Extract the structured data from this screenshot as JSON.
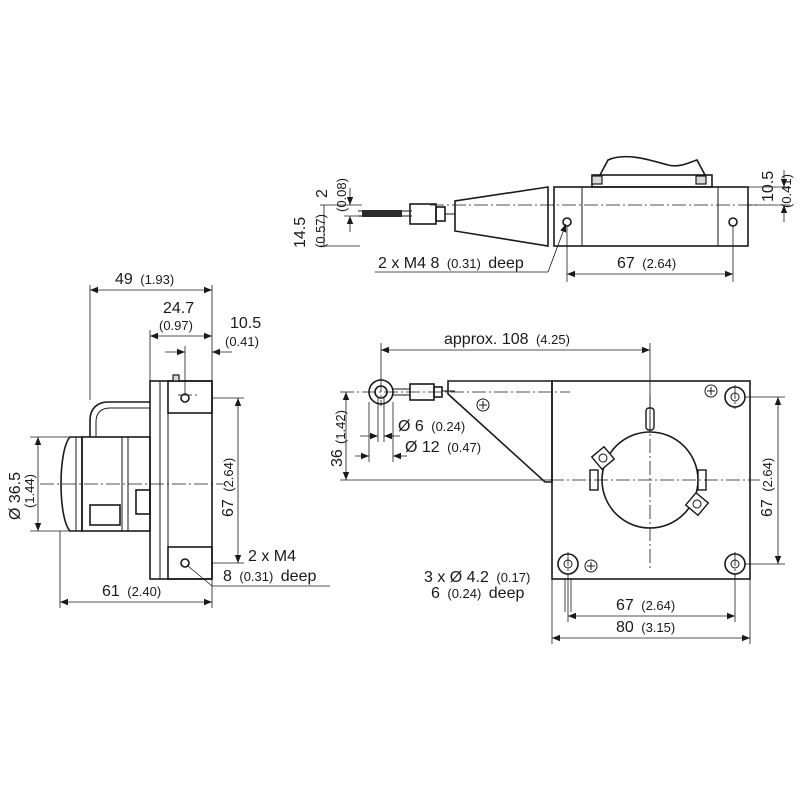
{
  "colors": {
    "line": "#1a1a1a",
    "background": "#ffffff"
  },
  "top_view": {
    "dim_2": {
      "mm": "2",
      "inch": "(0.08)"
    },
    "dim_14_5": {
      "mm": "14.5",
      "inch": "(0.57)"
    },
    "dim_10_5": {
      "mm": "10.5",
      "inch": "(0.41)"
    },
    "thread_note": {
      "main": "2 x M4 8",
      "inch": "(0.31)",
      "tail": "deep"
    },
    "dim_67": {
      "mm": "67",
      "inch": "(2.64)"
    }
  },
  "side_view": {
    "dim_49": {
      "mm": "49",
      "inch": "(1.93)"
    },
    "dim_24_7": {
      "mm": "24.7",
      "inch": "(0.97)"
    },
    "dim_10_5": {
      "mm": "10.5",
      "inch": "(0.41)"
    },
    "dim_36_5": {
      "mm": "Ø 36.5",
      "inch": "(1.44)"
    },
    "dim_67": {
      "mm": "67",
      "inch": "(2.64)"
    },
    "thread_note": {
      "line1": "2 x M4",
      "line2_main": "8",
      "line2_inch": "(0.31)",
      "line2_tail": "deep"
    },
    "dim_61": {
      "mm": "61",
      "inch": "(2.40)"
    }
  },
  "front_view": {
    "dim_108": {
      "mm": "approx. 108",
      "inch": "(4.25)"
    },
    "dim_36": {
      "mm": "36",
      "inch": "(1.42)"
    },
    "dim_d6": {
      "mm": "Ø 6",
      "inch": "(0.24)"
    },
    "dim_d12": {
      "mm": "Ø 12",
      "inch": "(0.47)"
    },
    "dim_67_v": {
      "mm": "67",
      "inch": "(2.64)"
    },
    "hole_note": {
      "line1_main": "3 x Ø 4.2",
      "line1_inch": "(0.17)",
      "line2_main": "6",
      "line2_inch": "(0.24)",
      "line2_tail": "deep"
    },
    "dim_67_h": {
      "mm": "67",
      "inch": "(2.64)"
    },
    "dim_80": {
      "mm": "80",
      "inch": "(3.15)"
    }
  }
}
